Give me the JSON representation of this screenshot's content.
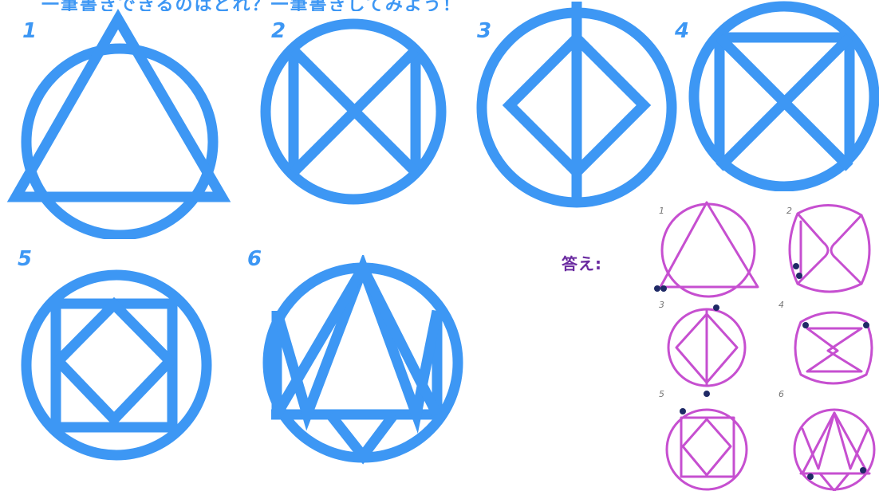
{
  "header": {
    "text": "一筆書きできるのはどれ？一筆書きしてみよう！"
  },
  "puzzles": [
    {
      "number": "1"
    },
    {
      "number": "2"
    },
    {
      "number": "3"
    },
    {
      "number": "4"
    },
    {
      "number": "5"
    },
    {
      "number": "6"
    }
  ],
  "answer": {
    "label": "答え:",
    "numbers": [
      "1",
      "2",
      "3",
      "4",
      "5",
      "6"
    ]
  },
  "colors": {
    "figure_stroke": "#3d97f4",
    "number_text": "#3d97f4",
    "answer_label": "#6a2aa0",
    "answer_stroke": "#c64fd0",
    "answer_dot": "#1f2a66"
  }
}
